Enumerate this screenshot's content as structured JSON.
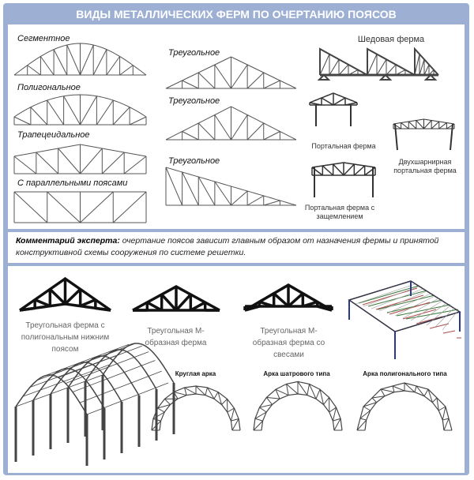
{
  "title": "ВИДЫ МЕТАЛЛИЧЕСКИХ ФЕРМ ПО ОЧЕРТАНИЮ ПОЯСОВ",
  "chord_types": {
    "segment": "Сегментное",
    "polygonal": "Полигональное",
    "trapezoidal": "Трапецеидальное",
    "parallel": "С параллельными поясами",
    "triangular_1": "Треугольное",
    "triangular_2": "Треугольное",
    "triangular_3": "Треугольное"
  },
  "frames": {
    "shed": "Шедовая ферма",
    "portal": "Портальная ферма",
    "two_hinged": "Двухшарнирная портальная ферма",
    "portal_fixed": "Портальная ферма с защемлением"
  },
  "comment": {
    "label": "Комментарий эксперта:",
    "text": " очертание поясов зависит главным образом от назначения фермы и принятой конструктивной схемы сооружения по системе решетки."
  },
  "bottom": {
    "truss_1": "Треугольная ферма с полигональным нижним поясом",
    "truss_2": "Треугольная М-образная ферма",
    "truss_3": "Треугольная М-образная ферма со свесами",
    "arch_round": "Круглая арка",
    "arch_tent": "Арка шатрового типа",
    "arch_polygonal": "Арка полигонального типа"
  },
  "colors": {
    "frame": "#9db0d4",
    "line": "#555555",
    "dark": "#111111"
  }
}
